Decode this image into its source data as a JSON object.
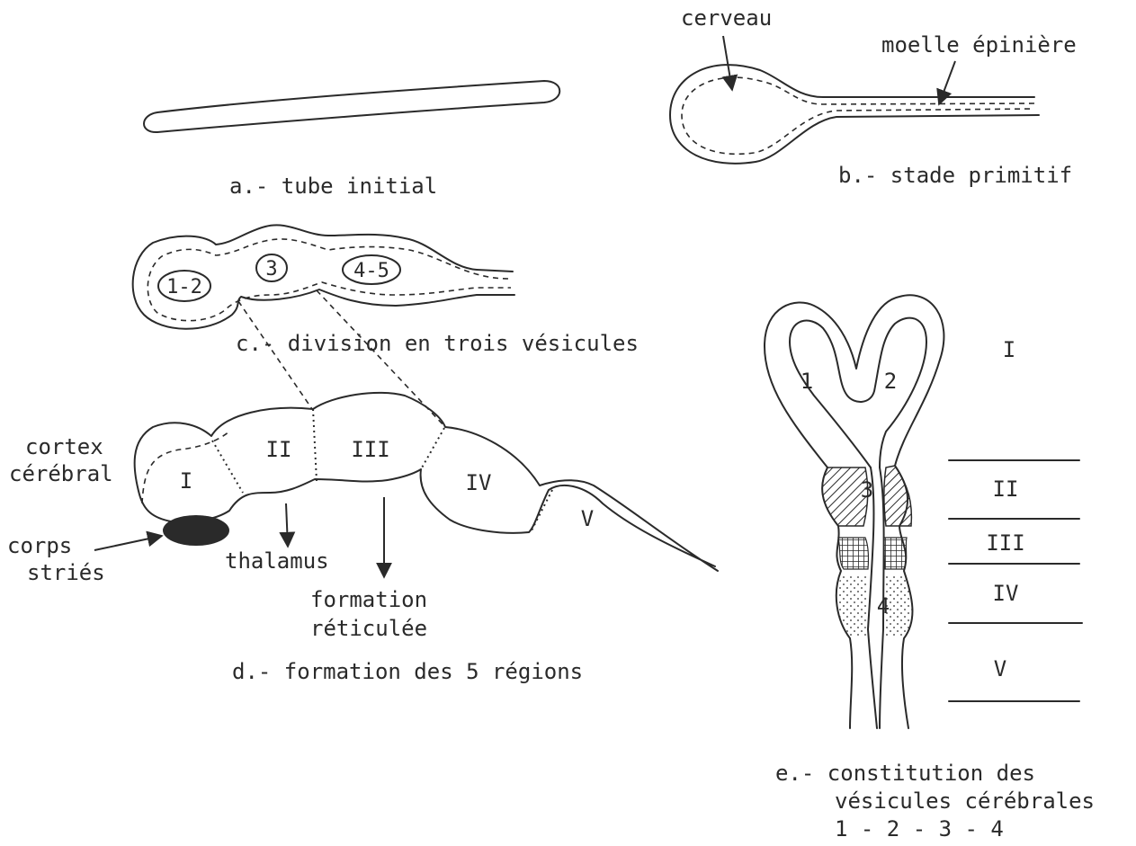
{
  "panel_a": {
    "caption": "a.- tube initial"
  },
  "panel_b": {
    "caption": "b.- stade primitif",
    "label_cerveau": "cerveau",
    "label_moelle": "moelle épinière"
  },
  "panel_c": {
    "caption": "c.- division en trois vésicules",
    "v1": "1-2",
    "v2": "3",
    "v3": "4-5"
  },
  "panel_d": {
    "caption": "d.- formation des 5 régions",
    "cortex_line1": "cortex",
    "cortex_line2": "cérébral",
    "corps_line1": "corps",
    "corps_line2": "striés",
    "thalamus": "thalamus",
    "formation_line1": "formation",
    "formation_line2": "réticulée",
    "r1": "I",
    "r2": "II",
    "r3": "III",
    "r4": "IV",
    "r5": "V"
  },
  "panel_e": {
    "caption_line1": "e.- constitution des",
    "caption_line2": "vésicules cérébrales",
    "caption_line3": "1 - 2 - 3 - 4",
    "n1": "1",
    "n2": "2",
    "n3": "3",
    "n4": "4",
    "levels": [
      "I",
      "II",
      "III",
      "IV",
      "V"
    ]
  }
}
